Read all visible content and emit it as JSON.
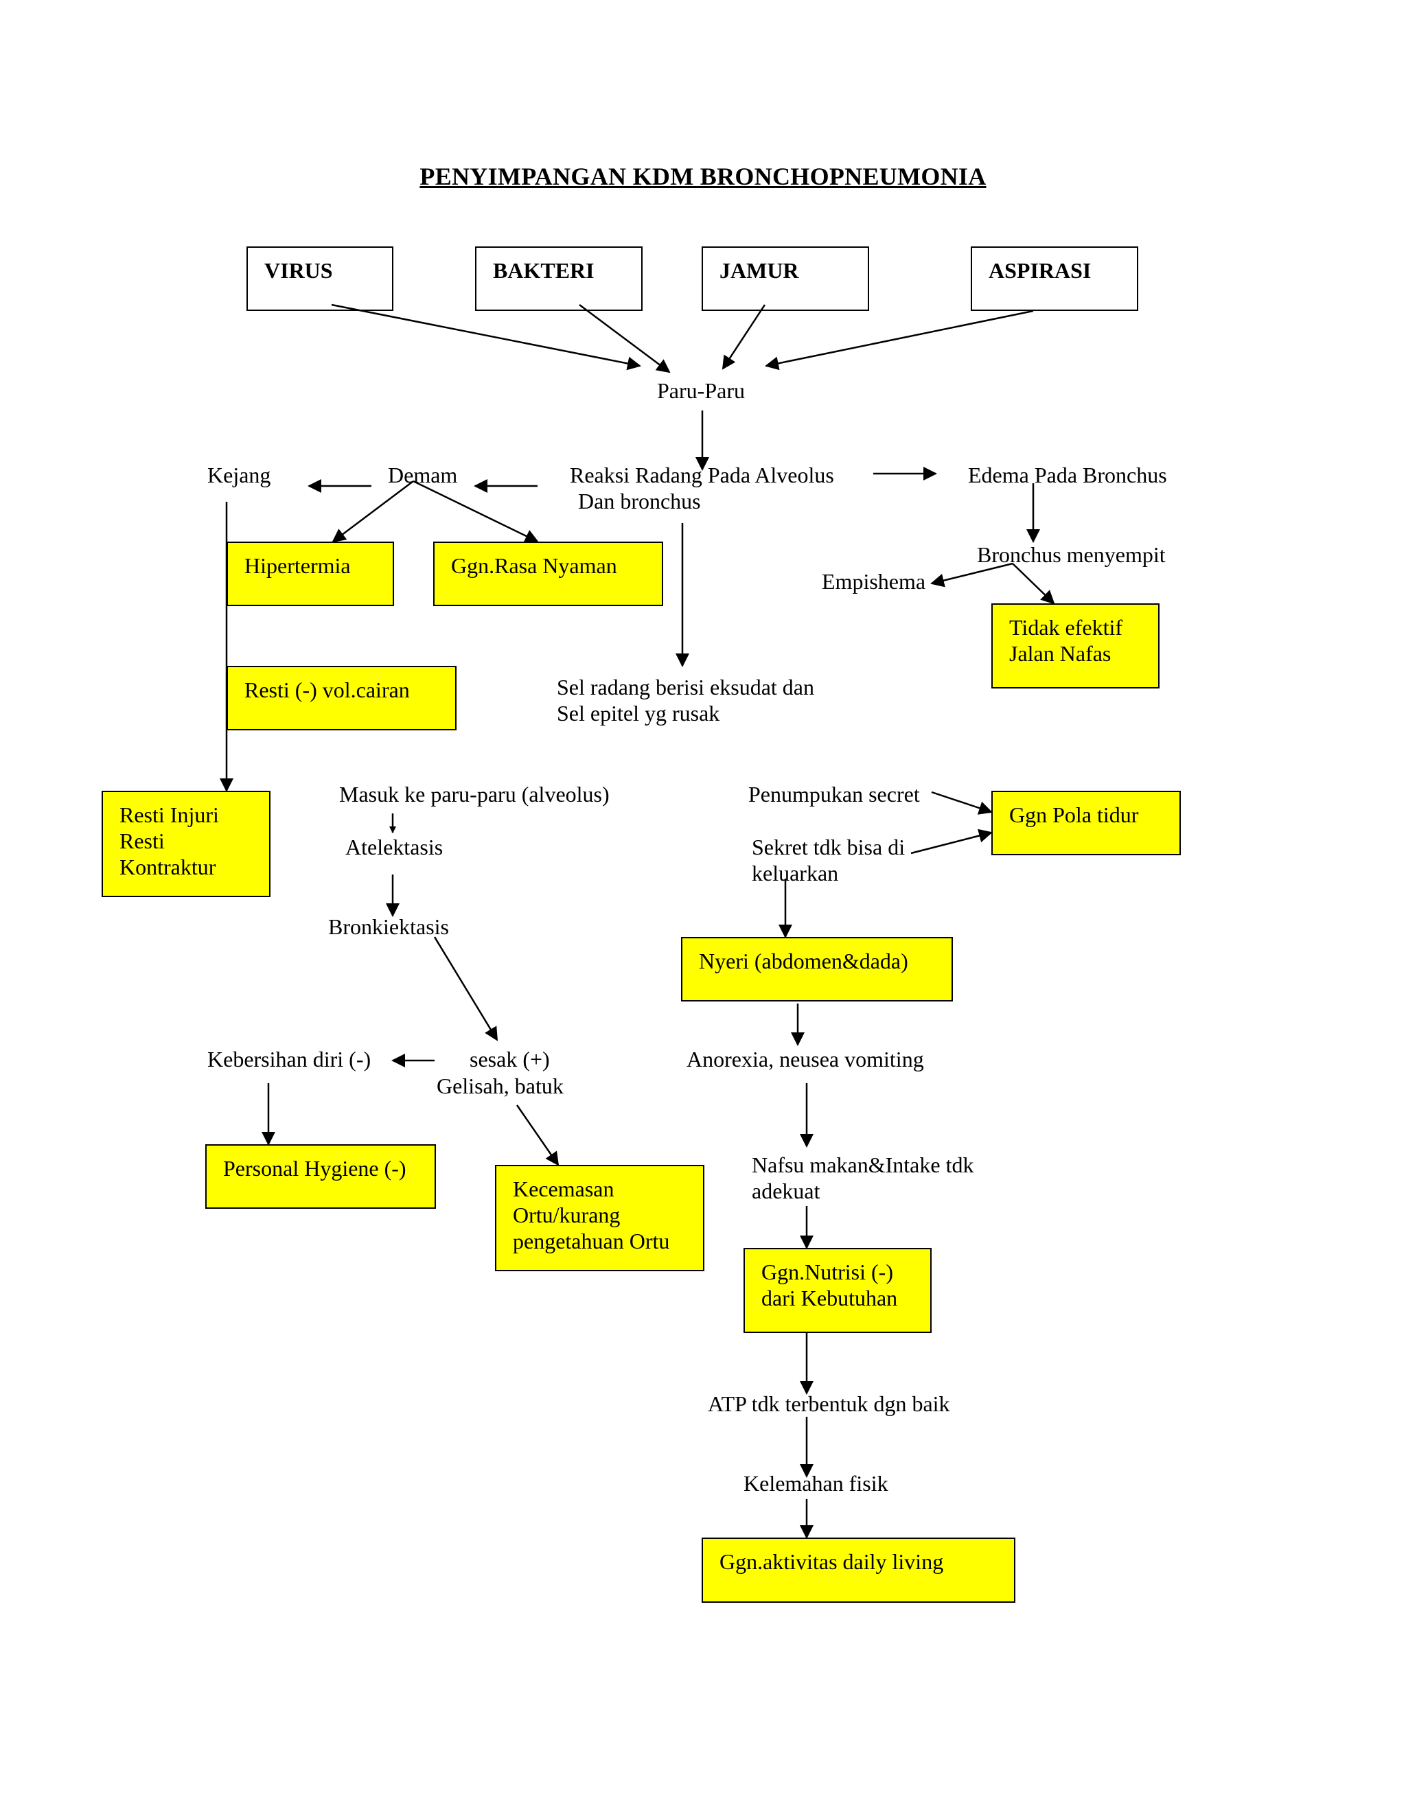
{
  "title": "PENYIMPANGAN KDM BRONCHOPNEUMONIA",
  "causes": [
    "VIRUS",
    "BAKTERI",
    "JAMUR",
    "ASPIRASI"
  ],
  "nodes": {
    "paru_paru": "Paru-Paru",
    "reaksi_radang": [
      "Reaksi Radang Pada Alveolus",
      "Dan bronchus"
    ],
    "demam": "Demam",
    "kejang": "Kejang",
    "edema": "Edema Pada Bronchus",
    "bronchus_menyempit": "Bronchus menyempit",
    "empishema": "Empishema",
    "sel_radang": [
      "Sel radang berisi eksudat dan",
      "Sel epitel yg rusak"
    ],
    "masuk_paru": "Masuk ke paru-paru (alveolus)",
    "atelektasis": "Atelektasis",
    "bronkiektasis": "Bronkiektasis",
    "sesak": "sesak (+)",
    "gelisah": "Gelisah, batuk",
    "kebersihan": "Kebersihan diri (-)",
    "penumpukan": "Penumpukan secret",
    "sekret": [
      "Sekret tdk bisa di",
      "keluarkan"
    ],
    "anorexia": "Anorexia, neusea vomiting",
    "nafsu_makan": [
      "Nafsu makan&Intake tdk",
      "adekuat"
    ],
    "atp": "ATP tdk terbentuk dgn baik",
    "kelemahan": "Kelemahan fisik"
  },
  "diagnoses": {
    "hipertermia": [
      "Hipertermia"
    ],
    "rasa_nyaman": [
      "Ggn.Rasa Nyaman"
    ],
    "tidak_efektif": [
      "Tidak efektif",
      "Jalan Nafas"
    ],
    "resti_cairan": [
      "Resti (-) vol.cairan"
    ],
    "resti_injuri": [
      "Resti Injuri",
      "Resti",
      "Kontraktur"
    ],
    "pola_tidur": [
      "Ggn Pola tidur"
    ],
    "nyeri": [
      "Nyeri (abdomen&dada)"
    ],
    "personal_hygiene": [
      "Personal Hygiene (-)"
    ],
    "kecemasan": [
      "Kecemasan",
      "Ortu/kurang",
      "pengetahuan Ortu"
    ],
    "nutrisi": [
      "Ggn.Nutrisi (-)",
      "dari Kebutuhan"
    ],
    "aktivitas": [
      "Ggn.aktivitas daily living"
    ]
  },
  "colors": {
    "diagnosis_fill": "#ffff00",
    "cause_fill": "#ffffff",
    "line": "#000000"
  }
}
